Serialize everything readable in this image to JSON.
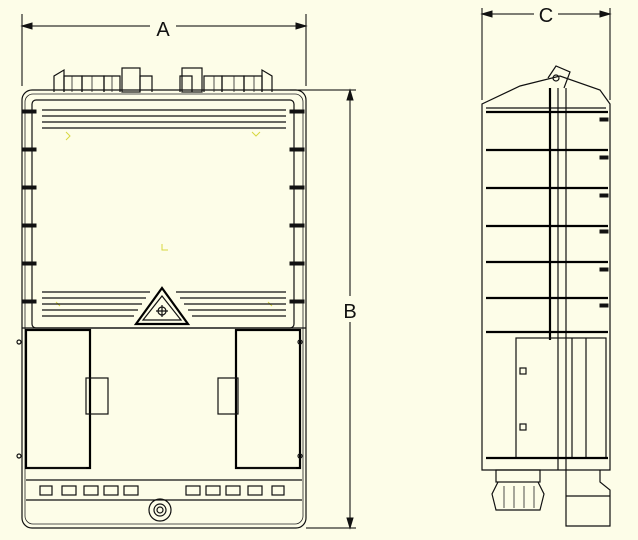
{
  "dimensions": {
    "width_label": "A",
    "height_label": "B",
    "depth_label": "C"
  },
  "colors": {
    "background": "#fdfde8",
    "line": "#111111",
    "accent_marks": "#d8d840"
  },
  "views": [
    "front-view",
    "side-view"
  ]
}
